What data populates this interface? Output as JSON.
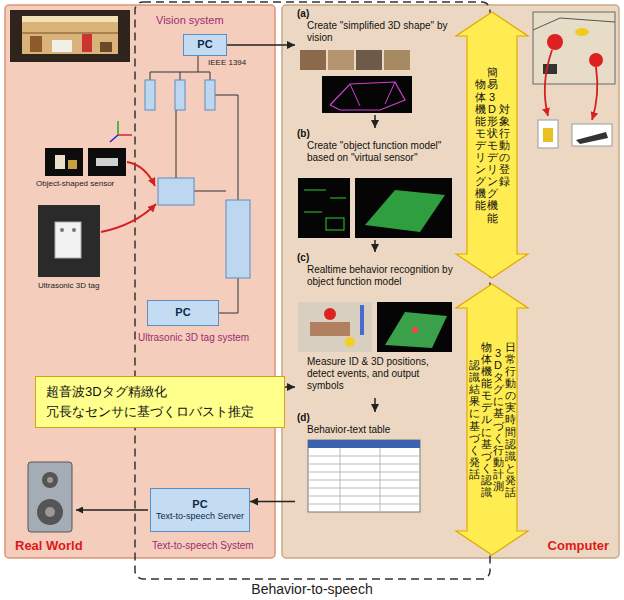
{
  "diagram": {
    "nodes": [
      {
        "text": [
          "Real World"
        ]
      },
      {
        "text": [
          "PC"
        ],
        "in": 0
      },
      {
        "text": [
          "PC"
        ],
        "in": 0
      },
      {
        "text": [
          "超音波3Dタグ精緻化",
          "冗長なセンサに基づくロバスト推定"
        ],
        "in": 0
      },
      {
        "text": [
          "PC",
          "Text-to-speech Server"
        ],
        "in": 0
      },
      {
        "text": [
          "Computer"
        ]
      },
      {
        "text": [
          "(a)",
          "Create \"simplified 3D shape\" by vision"
        ],
        "in": 5
      },
      {
        "text": [
          "(b)",
          "Create \"object function model\" based on \"virtual sensor\""
        ],
        "in": 5
      },
      {
        "text": [
          "(c)",
          "Realtime behavior recognition by object function model",
          "Measure ID & 3D positions, detect events, and output symbols"
        ],
        "in": 5
      },
      {
        "text": [
          "(d)",
          "Behavior-text table"
        ],
        "in": 5
      },
      {
        "text": [
          "対象行動の登録",
          "簡易3D形状モデリング機能",
          "物体機能モデリング機能"
        ],
        "in": 5
      },
      {
        "text": [
          "日常行動の実時間認識と発話",
          "3Dタグに基づく行動計測",
          "物体機能モデルに基づく認識",
          "認識結果に基づく発話"
        ],
        "in": 5
      }
    ],
    "edges": [
      {
        "from": 1,
        "to": 6,
        "arrow": "to"
      },
      {
        "from": 6,
        "to": 7,
        "arrow": "to"
      },
      {
        "from": 7,
        "to": 8,
        "arrow": "to"
      },
      {
        "from": 8,
        "to": 9,
        "arrow": "to"
      },
      {
        "from": 3,
        "to": 8,
        "arrow": "to"
      },
      {
        "from": 9,
        "to": 4,
        "arrow": "to"
      }
    ],
    "labels": [
      "Vision system",
      "IEEE 1394",
      "Object-shaped sensor",
      "Ultrasonic 3D tag",
      "Ultrasonic 3D tag system",
      "Text-to-speech System",
      "Behavior-to-speech"
    ]
  }
}
